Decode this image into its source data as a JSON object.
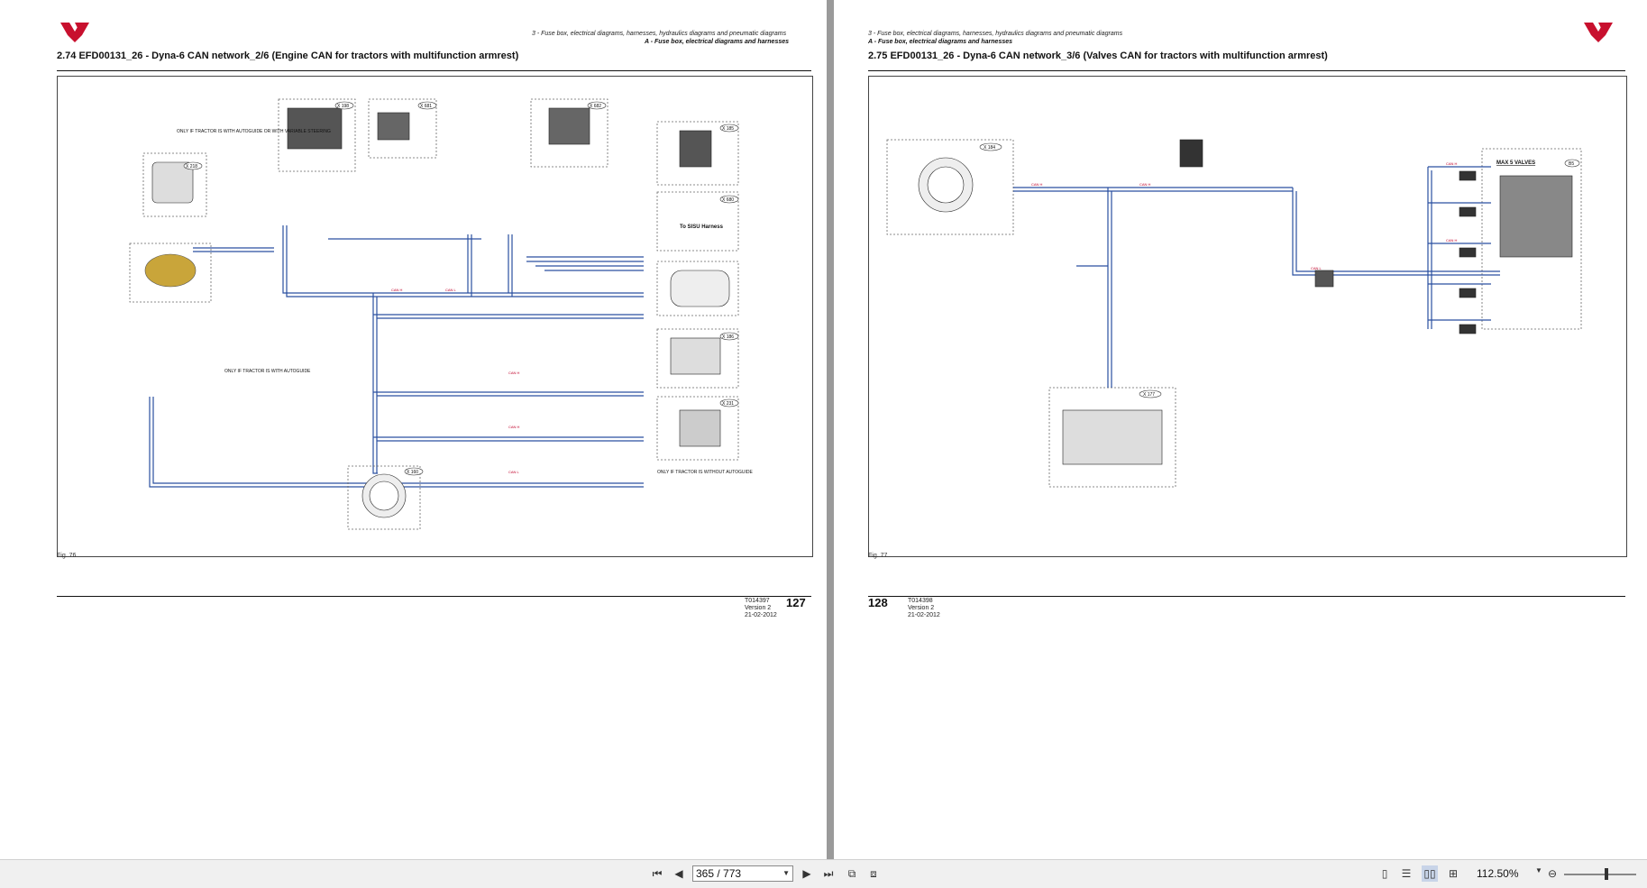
{
  "left_page": {
    "header_line1": "3 - Fuse box, electrical diagrams, harnesses, hydraulics diagrams and pneumatic diagrams",
    "header_line2": "A - Fuse box, electrical diagrams and harnesses",
    "section_title": "2.74    EFD00131_26 - Dyna-6 CAN network_2/6 (Engine CAN for tractors with multifunction armrest)",
    "fig_label": "Fig. 76",
    "doc_number": "T014397",
    "version": "Version 2",
    "date": "21-02-2012",
    "page_number": "127",
    "diagram": {
      "labels": {
        "x218": "X 218",
        "x198": "X 198",
        "x681": "X 681",
        "x682": "X 682",
        "x185": "X 185",
        "x680": "X 680",
        "harness": "To SISU Harness",
        "x160": "X 160",
        "x231": "X 231",
        "x186": "X 186",
        "autoguide_note": "ONLY IF TRACTOR IS WITH AUTOGUIDE OR WITH VARIABLE STEERING",
        "autoguide_note2": "ONLY IF TRACTOR IS WITH AUTOGUIDE",
        "no_autoguide_note": "ONLY IF TRACTOR IS WITHOUT AUTOGUIDE"
      }
    }
  },
  "right_page": {
    "header_line1": "3 - Fuse box, electrical diagrams, harnesses, hydraulics diagrams and pneumatic diagrams",
    "header_line2": "A - Fuse box, electrical diagrams and harnesses",
    "section_title": "2.75    EFD00131_26 - Dyna-6 CAN network_3/6 (Valves CAN for tractors with multifunction armrest)",
    "fig_label": "Fig. 77",
    "doc_number": "T014398",
    "version": "Version 2",
    "date": "21-02-2012",
    "page_number": "128",
    "diagram": {
      "labels": {
        "x184": "X 184",
        "x177": "X 177",
        "max_valves": "MAX 5 VALVES",
        "b5": "B5"
      }
    }
  },
  "toolbar": {
    "page_input": "365 / 773",
    "zoom": "112.50%",
    "icons": [
      "first-page-icon",
      "prev-page-icon",
      "next-page-icon",
      "last-page-icon",
      "rotate-icon",
      "fit-page-icon",
      "single-page-icon",
      "continuous-icon",
      "two-page-icon",
      "two-page-continuous-icon",
      "zoom-out-icon"
    ]
  }
}
